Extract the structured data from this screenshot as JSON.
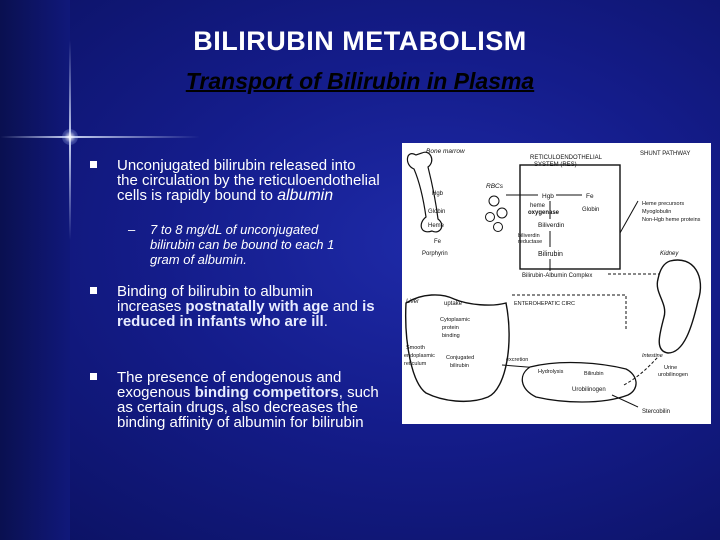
{
  "slide": {
    "title": "BILIRUBIN METABOLISM",
    "subtitle": "Transport of Bilirubin in Plasma"
  },
  "bullets": [
    {
      "part_a": "Unconjugated bilirubin",
      "part_b": " released into the circulation by the reticuloendothelial cells is rapidly bound to ",
      "part_c": "albumin"
    },
    {
      "part_a": "Binding of bilirubin to albumin increases ",
      "part_b": "postnatally with age",
      "part_c": " and ",
      "part_d": "is reduced in infants who are ill",
      "part_e": "."
    },
    {
      "part_a": "The presence of endogenous and exogenous ",
      "part_b": "binding competitors",
      "part_c": ", such as certain drugs, also decreases the binding affinity of albumin for bilirubin"
    }
  ],
  "sub_bullet": {
    "dash": "–",
    "text": "7 to 8 mg/dL of unconjugated bilirubin can be bound to each 1 gram of albumin."
  },
  "figure": {
    "bone_marrow": "Bone marrow",
    "rbcs": "RBCs",
    "res_title_1": "RETICULOENDOTHELIAL",
    "res_title_2": "SYSTEM (RES)",
    "shunt": "SHUNT PATHWAY",
    "heme_precursors": "Heme precursors",
    "myoglobulin": "Myoglobulin",
    "nonhgb": "Non-Hgb heme proteins",
    "hgb_left": "Hgb",
    "globin_left": "Globin",
    "heme_left": "Heme",
    "fe_left": "Fe",
    "porphyrin": "Porphyrin",
    "hgb": "Hgb",
    "fe": "Fe",
    "heme_oxy": "heme",
    "oxy": "oxygenase",
    "globin": "Globin",
    "biliverdin": "Biliverdin",
    "biliverdin_red": "biliverdin",
    "reductase": "reductase",
    "bilirubin": "Bilirubin",
    "complex": "Bilirubin-Albumin Complex",
    "kidney": "Kidney",
    "liver": "Liver",
    "uptake": "uptake",
    "enterohepatic": "ENTEROHEPATIC CIRC",
    "cyto": "Cytoplasmic",
    "protein": "protein",
    "binding": "binding",
    "smooth": "Smooth",
    "endo": "endoplasmic",
    "reticulum": "reticulum",
    "conj": "Conjugated",
    "conj2": "bilirubin",
    "excretion": "excretion",
    "hydrolysis": "Hydrolysis",
    "urine": "Urine",
    "urobilinogen_u": "urobilinogen",
    "intestine": "Intestine",
    "bilirubin_i": "Bilirubin",
    "urobilinogen": "Urobilinogen",
    "stercobilin": "Stercobilin"
  }
}
